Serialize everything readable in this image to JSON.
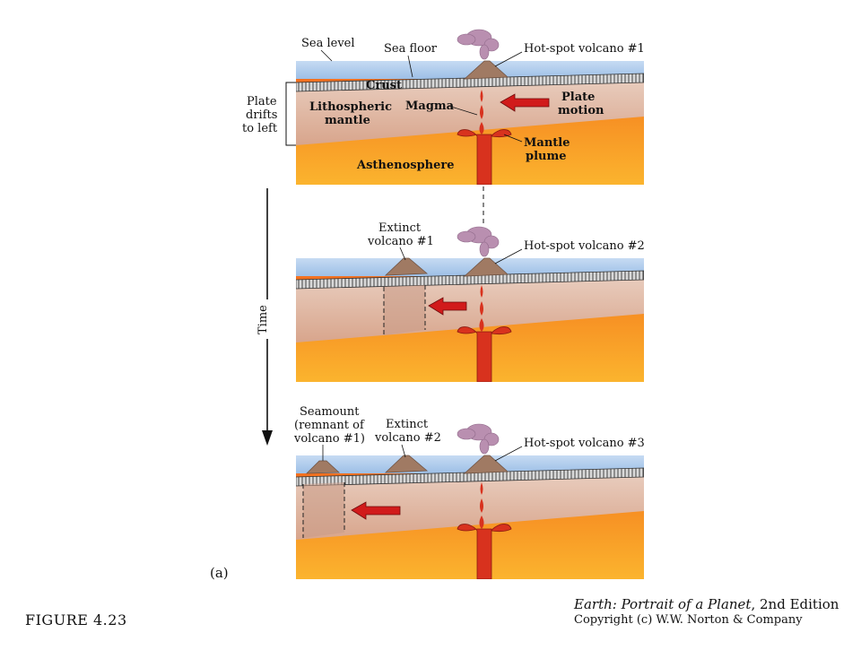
{
  "panel_top": {
    "sea_level": "Sea level",
    "sea_floor": "Sea floor",
    "hotspot_volcano": "Hot-spot volcano #1",
    "crust": "Crust",
    "plate_drifts": [
      "Plate",
      "drifts",
      "to left"
    ],
    "lithospheric_mantle": [
      "Lithospheric",
      "mantle"
    ],
    "magma": "Magma",
    "plate_motion": [
      "Plate",
      "motion"
    ],
    "mantle_plume": [
      "Mantle",
      "plume"
    ],
    "asthenosphere": "Asthenosphere"
  },
  "panel_middle": {
    "extinct_volcano": [
      "Extinct",
      "volcano #1"
    ],
    "hotspot_volcano": "Hot-spot volcano #2"
  },
  "panel_bottom": {
    "seamount": [
      "Seamount",
      "(remnant of",
      "volcano #1)"
    ],
    "extinct_volcano": [
      "Extinct",
      "volcano #2"
    ],
    "hotspot_volcano": "Hot-spot volcano #3"
  },
  "time_label": "Time",
  "part_label": "(a)",
  "figure_label": "FIGURE 4.23",
  "book": {
    "title": "Earth: Portrait of a Planet",
    "edition": ", 2nd Edition",
    "copyright": "Copyright (c) W.W. Norton & Company"
  },
  "colors": {
    "ocean": "#a9c7ea",
    "lithosphere": "#e3b9a3",
    "asthenosphere": "#f49a2b",
    "magma": "#d8321e",
    "volcano": "#a07a63",
    "smoke": "#b98fb0",
    "arrow": "#d11b1b"
  }
}
